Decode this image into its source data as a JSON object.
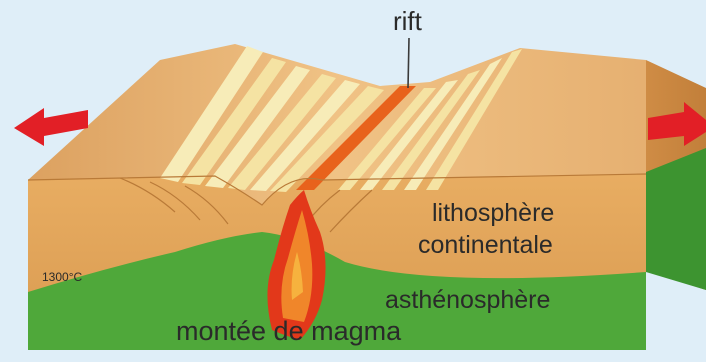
{
  "labels": {
    "rift": "rift",
    "lithosphere_line1": "lithosphère",
    "lithosphere_line2": "continentale",
    "temperature": "1300°C",
    "asthenosphere": "asthénosphère",
    "magma": "montée de magma"
  },
  "colors": {
    "background": "#dfeef8",
    "lithosphere": "#e2a45a",
    "lithosphere_top": "#ecb874",
    "asthenosphere": "#4fa83a",
    "fault_steps": "#f7ecb8",
    "rift_axis": "#e8621c",
    "magma": "#e2381a",
    "arrow": "#e21f26"
  },
  "icons": {
    "left_arrow": "arrow-left-icon",
    "right_arrow": "arrow-right-icon"
  }
}
